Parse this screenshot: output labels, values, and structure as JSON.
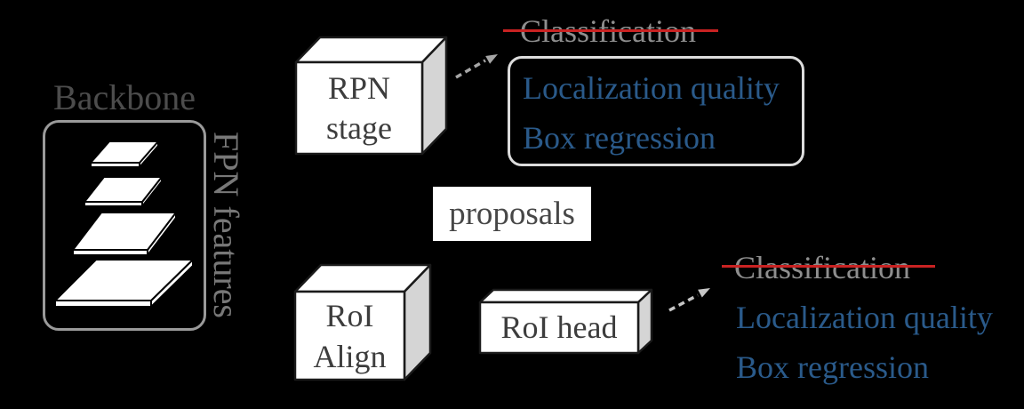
{
  "colors": {
    "background": "#000000",
    "accent_blue": "#2a5a8a",
    "strikethrough_red": "#c92222",
    "muted_gray_text": "#8e8e8e",
    "dark_gray_text": "#3d3d3d",
    "box_side_gray": "#d5d5d5"
  },
  "backbone": {
    "title": "Backbone",
    "fpn_label": "FPN features",
    "pyramid_levels": 4
  },
  "rpn_stage": {
    "line1": "RPN",
    "line2": "stage"
  },
  "proposals_label": "proposals",
  "roi_align": {
    "line1": "RoI",
    "line2": "Align"
  },
  "roi_head_label": "RoI head",
  "rpn_outputs": {
    "removed": "Classification",
    "kept": [
      "Localization quality",
      "Box regression"
    ]
  },
  "roi_outputs": {
    "removed": "Classification",
    "kept": [
      "Localization quality",
      "Box regression"
    ]
  }
}
